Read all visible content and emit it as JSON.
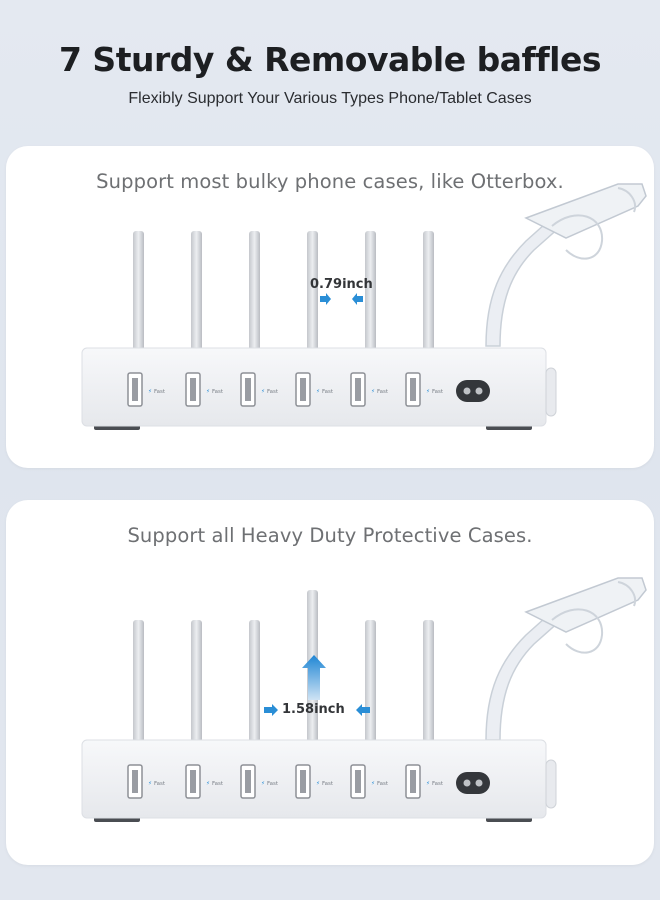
{
  "headline": "7 Sturdy & Removable baffles",
  "subheadline": "Flexibly Support Your Various Types Phone/Tablet Cases",
  "panels": [
    {
      "caption": "Support most bulky phone cases, like Otterbox.",
      "measurement": "0.79inch",
      "port_label": "Fast"
    },
    {
      "caption": "Support all Heavy Duty Protective Cases.",
      "measurement": "1.58inch",
      "port_label": "Fast"
    }
  ],
  "colors": {
    "accent_arrow": "#2a8ed6",
    "background": "#e1e6ee",
    "panel": "#ffffff"
  }
}
